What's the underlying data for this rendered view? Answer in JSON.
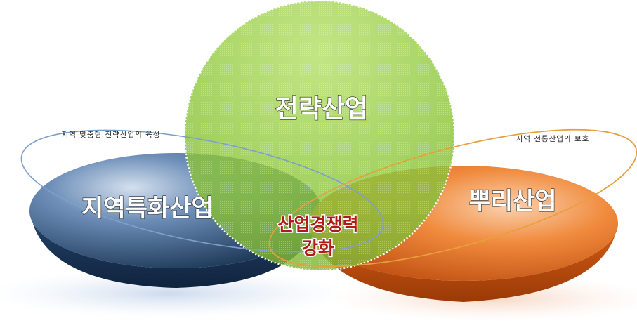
{
  "diagram": {
    "top_circle": {
      "label": "전략산업"
    },
    "left_ellipse": {
      "label": "지역특화산업",
      "note": "지역 맞춤형 전략산업의 육성"
    },
    "right_ellipse": {
      "label": "뿌리산업",
      "note": "지역 전통산업의 보호"
    },
    "center": {
      "line1": "산업경쟁력",
      "line2": "강화"
    }
  },
  "colors": {
    "green": "#8dc63f",
    "blue": "#1f3b63",
    "orange": "#e2681a",
    "center_text": "#b01a1a",
    "left_outline": "#7ea0c8",
    "right_outline": "#e6a03c"
  }
}
